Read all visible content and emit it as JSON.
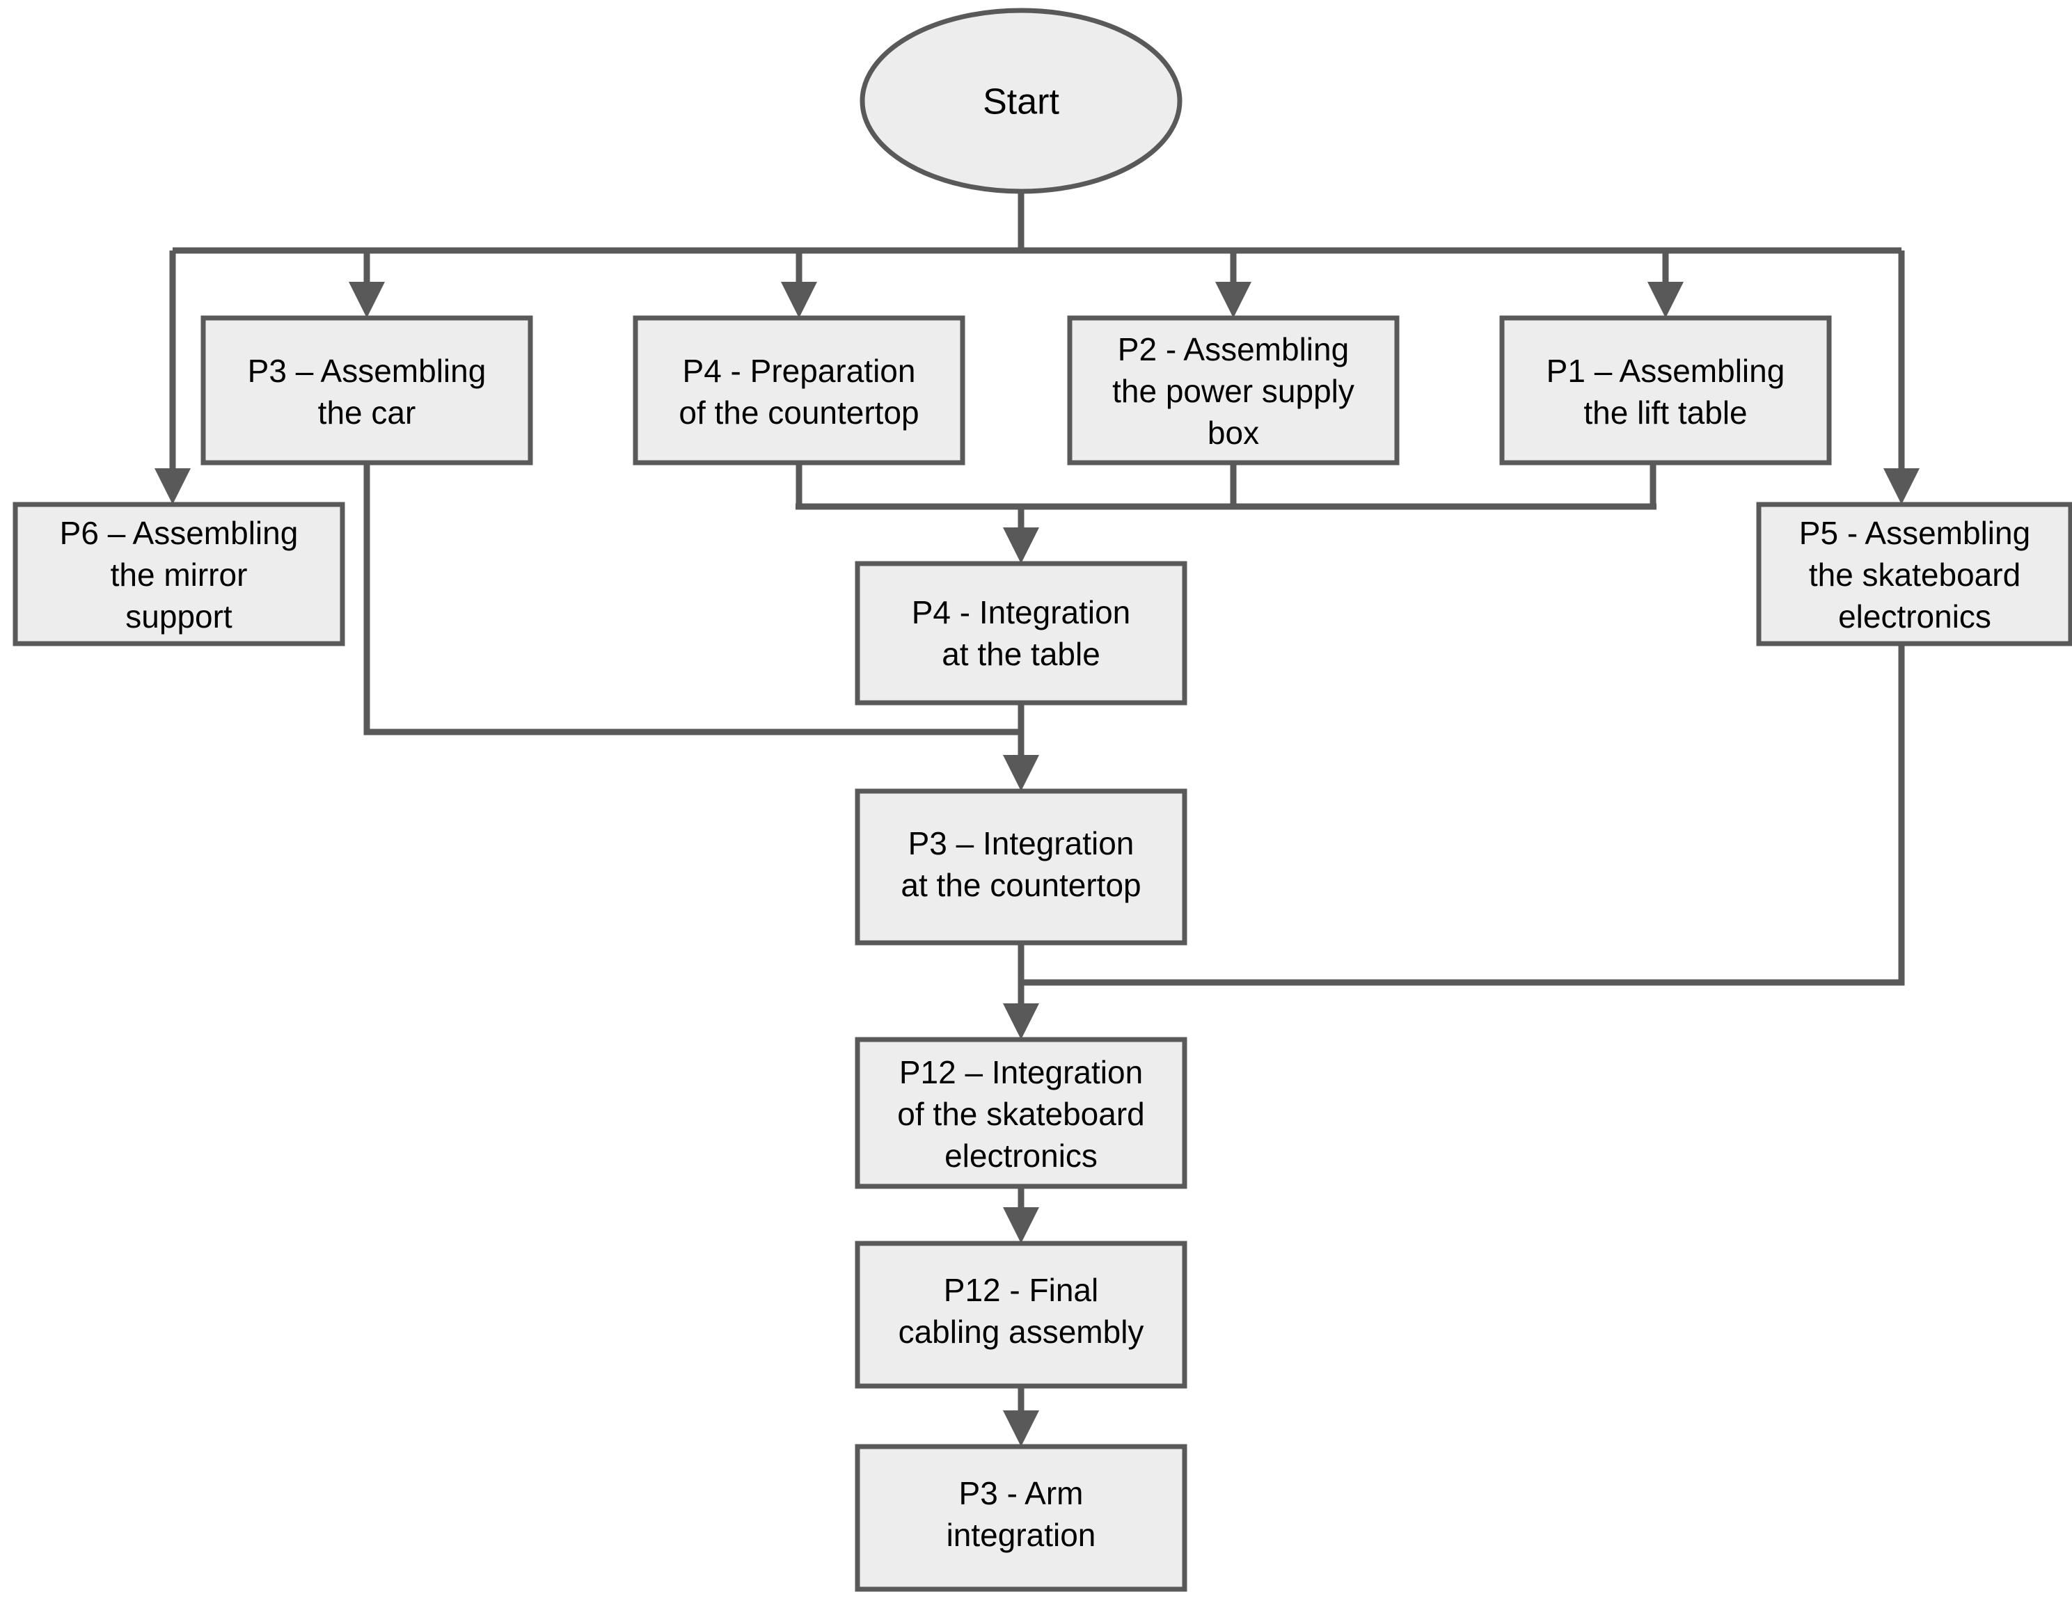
{
  "diagram": {
    "title": "Assembly process flowchart",
    "colors": {
      "node_fill": "#ededed",
      "node_stroke": "#595959",
      "edge_stroke": "#595959",
      "text": "#000000",
      "background": "#ffffff"
    },
    "nodes": [
      {
        "id": "start",
        "shape": "ellipse",
        "lines": [
          "Start"
        ]
      },
      {
        "id": "p3_car",
        "shape": "rect",
        "lines": [
          "P3 – Assembling",
          "the car"
        ]
      },
      {
        "id": "p4_prep",
        "shape": "rect",
        "lines": [
          "P4 - Preparation",
          "of the countertop"
        ]
      },
      {
        "id": "p2_power",
        "shape": "rect",
        "lines": [
          "P2 - Assembling",
          "the power supply",
          "box"
        ]
      },
      {
        "id": "p1_lift",
        "shape": "rect",
        "lines": [
          "P1 – Assembling",
          "the lift table"
        ]
      },
      {
        "id": "p6_mirror",
        "shape": "rect",
        "lines": [
          "P6 – Assembling",
          "the mirror",
          "support"
        ]
      },
      {
        "id": "p5_skate",
        "shape": "rect",
        "lines": [
          "P5 - Assembling",
          "the skateboard",
          "electronics"
        ]
      },
      {
        "id": "p4_table",
        "shape": "rect",
        "lines": [
          "P4 - Integration",
          "at the table"
        ]
      },
      {
        "id": "p3_counter",
        "shape": "rect",
        "lines": [
          "P3 – Integration",
          "at the countertop"
        ]
      },
      {
        "id": "p12_skate",
        "shape": "rect",
        "lines": [
          "P12 – Integration",
          "of the skateboard",
          "electronics"
        ]
      },
      {
        "id": "p12_cabling",
        "shape": "rect",
        "lines": [
          "P12 - Final",
          "cabling assembly"
        ]
      },
      {
        "id": "p3_arm",
        "shape": "rect",
        "lines": [
          "P3 - Arm",
          "integration"
        ]
      }
    ],
    "edges": [
      {
        "from": "start",
        "to": "p6_mirror"
      },
      {
        "from": "start",
        "to": "p3_car"
      },
      {
        "from": "start",
        "to": "p4_prep"
      },
      {
        "from": "start",
        "to": "p2_power"
      },
      {
        "from": "start",
        "to": "p1_lift"
      },
      {
        "from": "start",
        "to": "p5_skate"
      },
      {
        "from": "p4_prep",
        "to": "p4_table"
      },
      {
        "from": "p2_power",
        "to": "p4_table"
      },
      {
        "from": "p1_lift",
        "to": "p4_table"
      },
      {
        "from": "p4_table",
        "to": "p3_counter"
      },
      {
        "from": "p3_car",
        "to": "p3_counter"
      },
      {
        "from": "p3_counter",
        "to": "p12_skate"
      },
      {
        "from": "p5_skate",
        "to": "p12_skate"
      },
      {
        "from": "p12_skate",
        "to": "p12_cabling"
      },
      {
        "from": "p12_cabling",
        "to": "p3_arm"
      }
    ]
  }
}
